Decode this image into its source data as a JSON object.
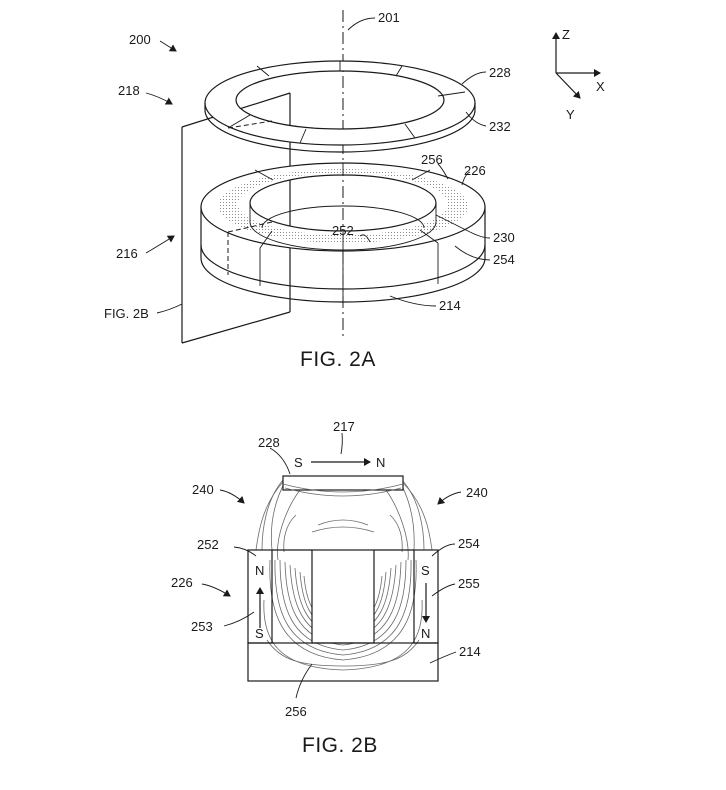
{
  "labels": {
    "n200": "200",
    "n201": "201",
    "n218": "218",
    "n228a": "228",
    "n232": "232",
    "n256a": "256",
    "n226a": "226",
    "n252a": "252",
    "n230": "230",
    "n254a": "254",
    "n216": "216",
    "n214a": "214",
    "fig2b_ref": "FIG. 2B",
    "n217": "217",
    "n228b": "228",
    "n240l": "240",
    "n240r": "240",
    "n252b": "252",
    "n254b": "254",
    "n226b": "226",
    "n255": "255",
    "n253": "253",
    "n214b": "214",
    "n256b": "256"
  },
  "axes": {
    "z": "Z",
    "x": "X",
    "y": "Y"
  },
  "poles": {
    "top_s": "S",
    "top_n": "N",
    "left_n": "N",
    "left_s": "S",
    "right_s": "S",
    "right_n": "N"
  },
  "captions": {
    "fig2a": "FIG. 2A",
    "fig2b": "FIG. 2B"
  }
}
